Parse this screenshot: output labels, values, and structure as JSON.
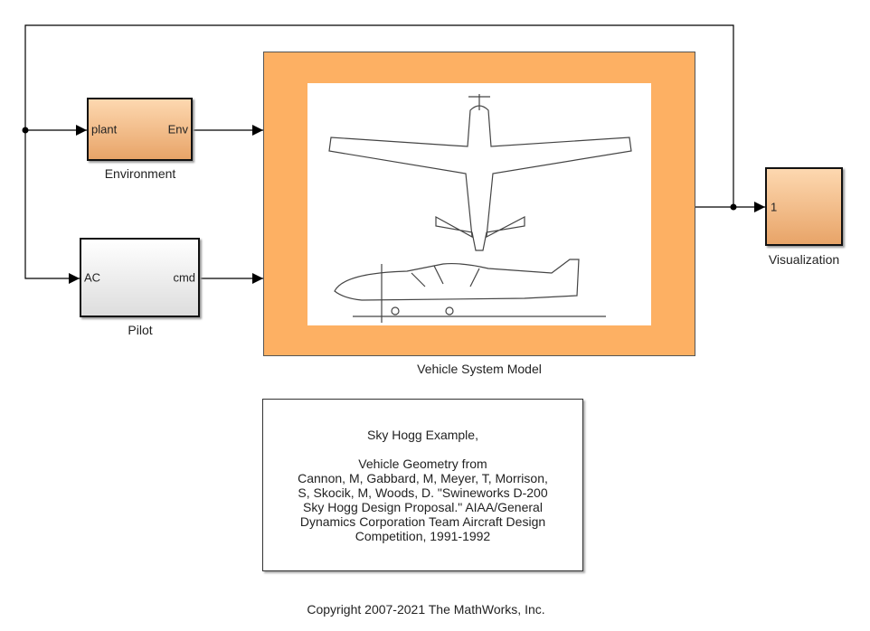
{
  "blocks": {
    "environment": {
      "name": "Environment",
      "in_port": "plant",
      "out_port": "Env"
    },
    "pilot": {
      "name": "Pilot",
      "in_port": "AC",
      "out_port": "cmd"
    },
    "vehicle": {
      "name": "Vehicle System Model"
    },
    "visualization": {
      "name": "Visualization",
      "in_port": "1"
    }
  },
  "annotation": {
    "lines": [
      "Sky Hogg Example,",
      "",
      "Vehicle Geometry from",
      "Cannon, M, Gabbard, M, Meyer, T, Morrison,",
      "S, Skocik, M, Woods, D. \"Swineworks D-200",
      "Sky Hogg Design Proposal.\" AIAA/General",
      "Dynamics Corporation Team Aircraft Design",
      "Competition, 1991-1992"
    ]
  },
  "copyright": "Copyright 2007-2021 The MathWorks, Inc.",
  "colors": {
    "vehicle_fill": "#fdb063",
    "block_orange": "#f0b888"
  }
}
